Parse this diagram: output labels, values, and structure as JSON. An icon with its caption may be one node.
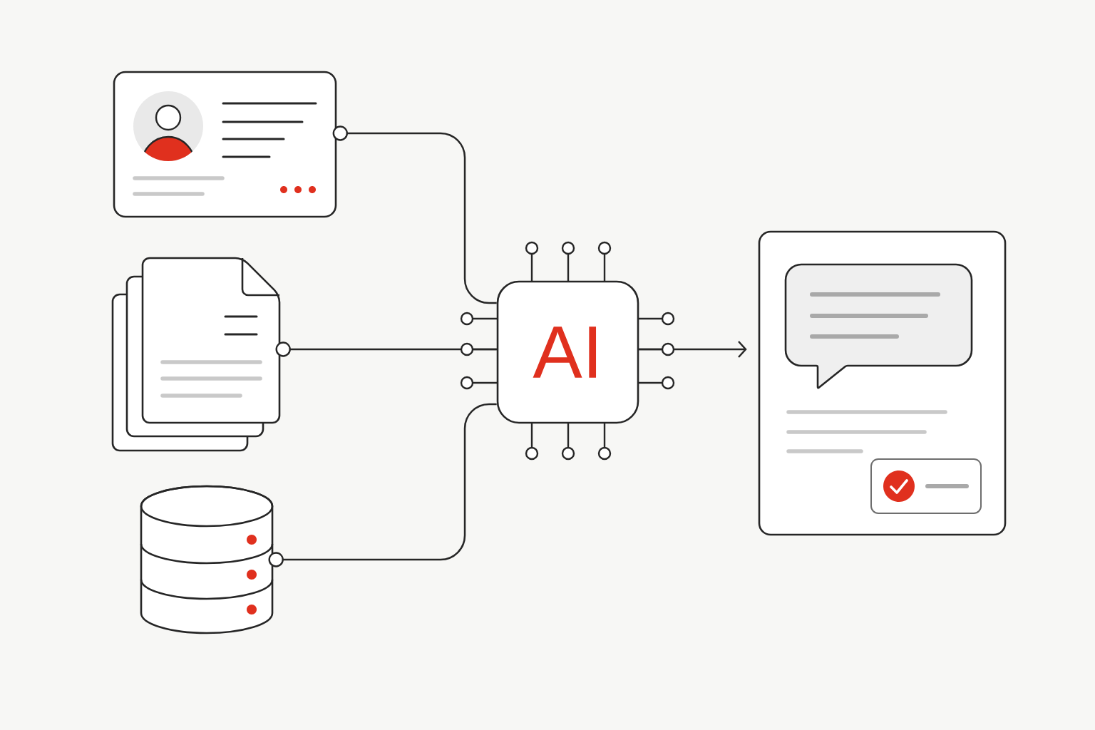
{
  "diagram": {
    "nodes": [
      {
        "text": [],
        "shape": "box"
      },
      {
        "text": [],
        "shape": "document"
      },
      {
        "text": [],
        "shape": "cylinder"
      },
      {
        "text": [
          "AI"
        ]
      },
      {
        "text": [],
        "shape": "box"
      }
    ],
    "edges": [
      {
        "from": 0,
        "to": 3,
        "arrow": "other"
      },
      {
        "from": 1,
        "to": 3,
        "arrow": "other"
      },
      {
        "from": 2,
        "to": 3,
        "arrow": "other"
      },
      {
        "from": 3,
        "to": 4,
        "arrow": "to"
      }
    ]
  }
}
